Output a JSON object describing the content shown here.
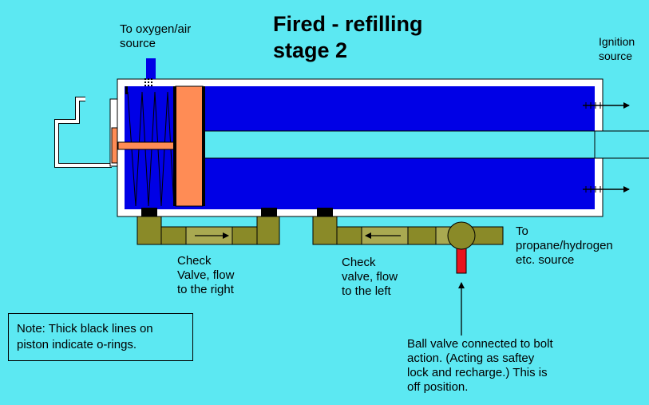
{
  "title": {
    "line1": "Fired - refilling",
    "line2": "stage 2"
  },
  "labels": {
    "oxygen": {
      "line1": "To oxygen/air",
      "line2": "source"
    },
    "ignition": {
      "line1": "Ignition",
      "line2": "source"
    },
    "propane": {
      "line1": "To",
      "line2": "propane/hydrogen",
      "line3": "etc. source"
    },
    "check_right": {
      "line1": "Check",
      "line2": "Valve, flow",
      "line3": "to the right"
    },
    "check_left": {
      "line1": "Check",
      "line2": "valve, flow",
      "line3": "to the left"
    },
    "ball_valve": {
      "line1": "Ball valve connected to bolt",
      "line2": "action. (Acting as saftey",
      "line3": "lock and recharge.) This is",
      "line4": "off position."
    }
  },
  "note": {
    "line1": "Note: Thick black lines on",
    "line2": "piston indicate o-rings."
  },
  "colors": {
    "background": "#5ce8f2",
    "gas": "#0000e6",
    "piston": "#ff8c55",
    "pipe": "#8a8a28",
    "wall": "#ffffff",
    "ball_handle": "#e8141e"
  }
}
